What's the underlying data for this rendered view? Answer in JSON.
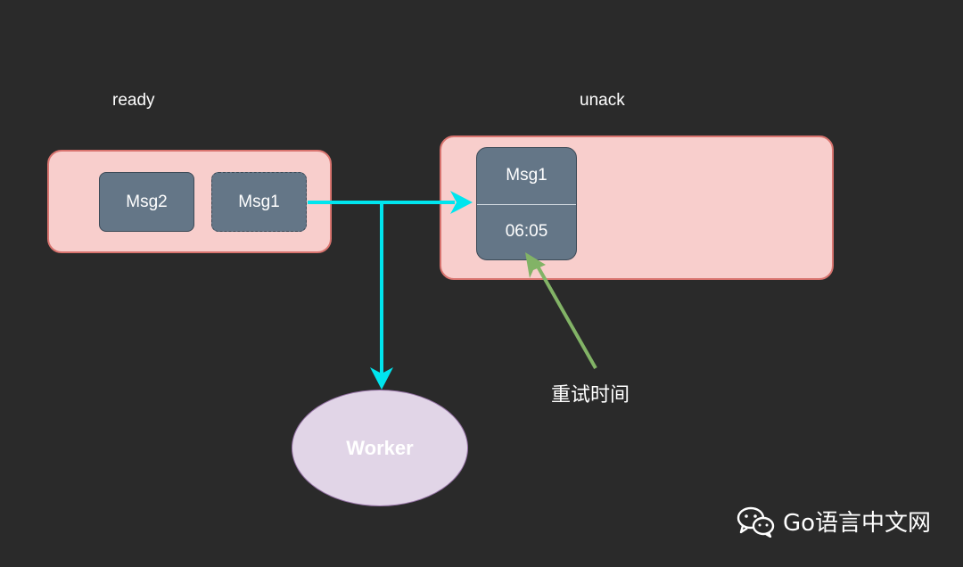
{
  "labels": {
    "ready": "ready",
    "unack": "unack",
    "retry_time": "重试时间"
  },
  "ready_queue": {
    "messages": [
      "Msg2",
      "Msg1"
    ]
  },
  "unack_queue": {
    "message": "Msg1",
    "time": "06:05"
  },
  "worker": {
    "label": "Worker"
  },
  "watermark": {
    "text": "Go语言中文网",
    "icon": "wechat-icon"
  },
  "colors": {
    "background": "#2a2a2a",
    "queue_fill": "#f8cecc",
    "queue_border": "#d9746f",
    "message_fill": "#647687",
    "worker_fill": "#e1d5e7",
    "flow_arrow": "#00e5ee",
    "retry_arrow": "#82b366"
  }
}
